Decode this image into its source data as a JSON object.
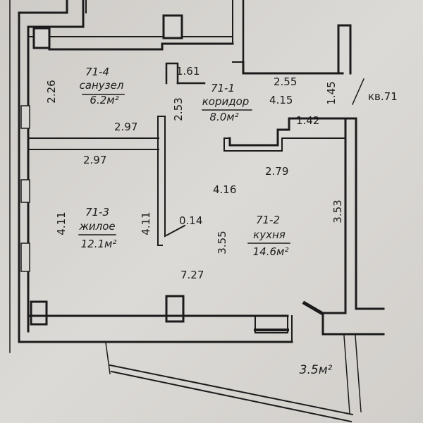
{
  "rooms": [
    {
      "id": "71-4",
      "name": "санузел",
      "area": "6.2м²"
    },
    {
      "id": "71-1",
      "name": "коридор",
      "area": "8.0м²"
    },
    {
      "id": "71-3",
      "name": "жилое",
      "area": "12.1м²"
    },
    {
      "id": "71-2",
      "name": "кухня",
      "area": "14.6м²"
    }
  ],
  "apartment_label": "кв.71",
  "balcony_area": "3.5м²",
  "dimensions": {
    "d_1_61": "1.61",
    "d_2_55": "2.55",
    "d_2_26": "2.26",
    "d_4_15": "4.15",
    "d_1_45": "1.45",
    "d_2_53": "2.53",
    "d_2_97_top": "2.97",
    "d_2_97_bottom": "2.97",
    "d_1_42": "1.42",
    "d_2_79": "2.79",
    "d_4_16": "4.16",
    "d_4_11_left": "4.11",
    "d_4_11_right": "4.11",
    "d_0_14": "0.14",
    "d_3_53": "3.53",
    "d_3_55": "3.55",
    "d_7_27": "7.27"
  }
}
